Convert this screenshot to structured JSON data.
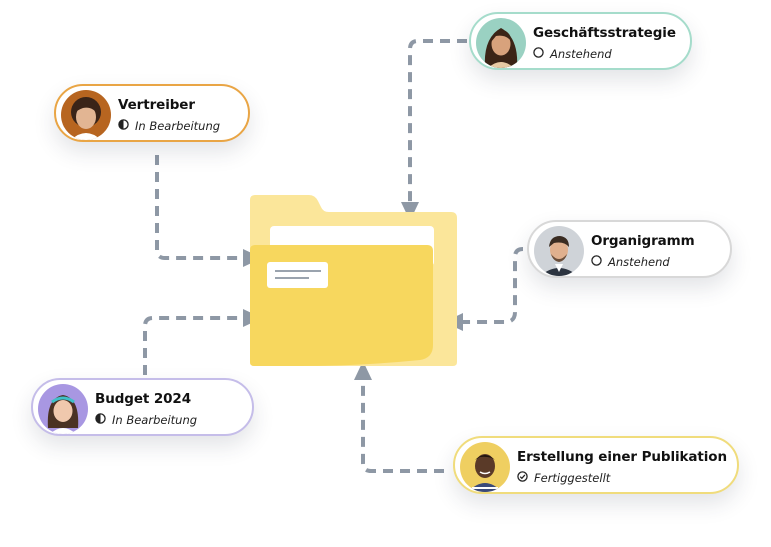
{
  "colors": {
    "connector": "#8e98a5",
    "folder_back": "#fbe69a",
    "folder_front": "#f7d75e",
    "folder_label": "#ffffff"
  },
  "cards": [
    {
      "id": "vertreiber",
      "title": "Vertreiber",
      "status": "In Bearbeitung",
      "status_icon": "half-circle-icon",
      "border": "#e9a545"
    },
    {
      "id": "strategie",
      "title": "Geschäftsstrategie",
      "status": "Anstehend",
      "status_icon": "empty-circle-icon",
      "border": "#a5dccb"
    },
    {
      "id": "organigramm",
      "title": "Organigramm",
      "status": "Anstehend",
      "status_icon": "empty-circle-icon",
      "border": "#d8d8d8"
    },
    {
      "id": "budget",
      "title": "Budget 2024",
      "status": "In Bearbeitung",
      "status_icon": "half-circle-icon",
      "border": "#c5bde9"
    },
    {
      "id": "publikation",
      "title": "Erstellung einer Publikation",
      "status": "Fertiggestellt",
      "status_icon": "check-circle-icon",
      "border": "#f0dc7c"
    }
  ]
}
